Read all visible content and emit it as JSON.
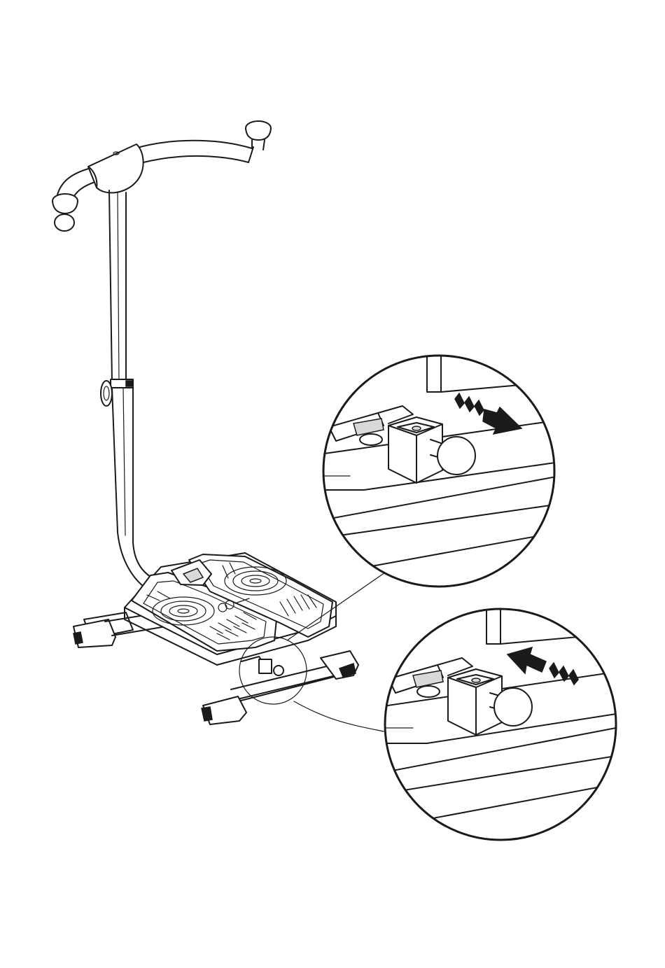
{
  "figure": {
    "type": "assembly-illustration",
    "subject": "stepper-with-handlebar",
    "callouts": [
      {
        "id": "detail-top",
        "arrow_direction": "outward",
        "arrow_style": "dashed-tail"
      },
      {
        "id": "detail-bottom",
        "arrow_direction": "inward",
        "arrow_style": "dashed-tail"
      }
    ],
    "colors": {
      "line": "#1a1a1a",
      "background": "#ffffff",
      "shade": "#d9d9d9"
    }
  }
}
